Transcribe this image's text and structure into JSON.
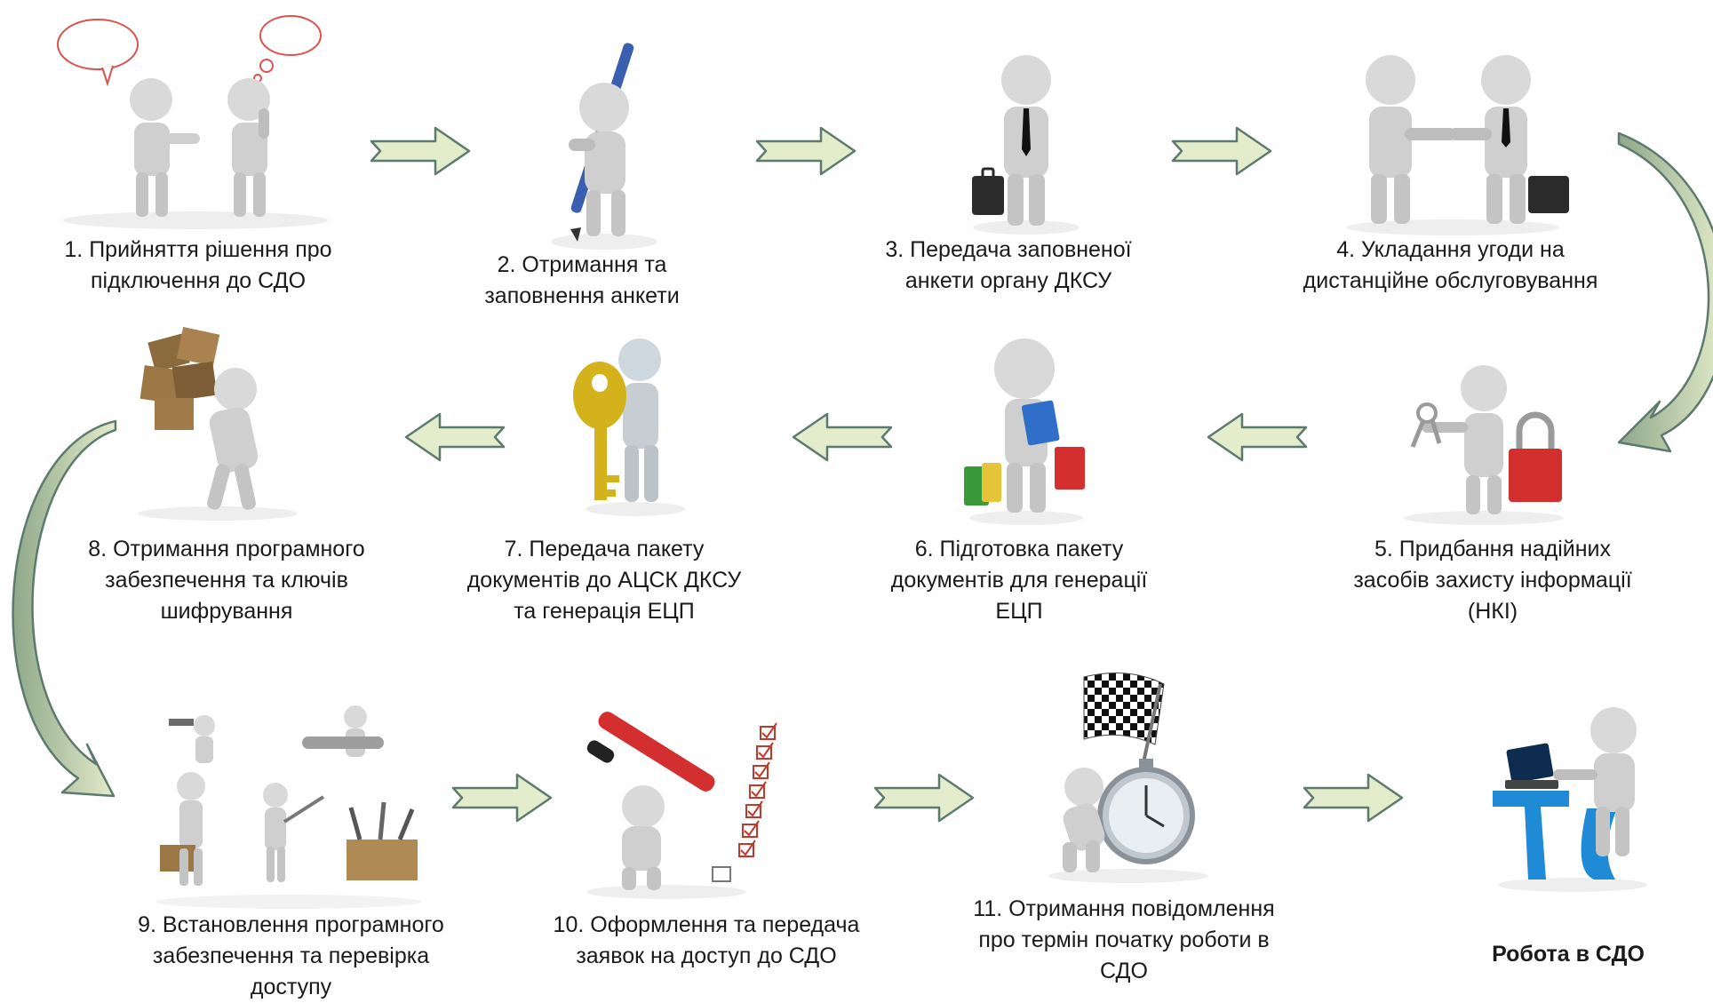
{
  "colors": {
    "arrow_fill": "#e3eccb",
    "arrow_stroke": "#5c7a6d",
    "figure": "#d9d9d9",
    "figure_shade": "#b3b3b3"
  },
  "steps": [
    {
      "id": 1,
      "text": "1. Прийняття рішення про підключення до СДО",
      "icon": "two-people-thinking-icon"
    },
    {
      "id": 2,
      "text": "2. Отримання та заповнення анкети",
      "icon": "person-with-pen-icon"
    },
    {
      "id": 3,
      "text": "3. Передача заповненої анкети органу ДКСУ",
      "icon": "businessman-briefcase-icon"
    },
    {
      "id": 4,
      "text": "4. Укладання угоди на дистанційне обслуговування",
      "icon": "handshake-icon"
    },
    {
      "id": 5,
      "text": "5. Придбання надійних засобів захисту інформації (НКІ)",
      "icon": "keys-padlock-icon"
    },
    {
      "id": 6,
      "text": "6. Підготовка пакету документів для генерації ЕЦП",
      "icon": "person-with-bags-icon"
    },
    {
      "id": 7,
      "text": "7. Передача пакету документів до АЦСК ДКСУ та генерація ЕЦП",
      "icon": "person-with-key-icon"
    },
    {
      "id": 8,
      "text": "8. Отримання програмного забезпечення та ключів шифрування",
      "icon": "person-carrying-boxes-icon"
    },
    {
      "id": 9,
      "text": "9. Встановлення програмного забезпечення та перевірка доступу",
      "icon": "people-with-tools-icon"
    },
    {
      "id": 10,
      "text": "10. Оформлення  та передача заявок на доступ до СДО",
      "icon": "person-with-checklist-icon"
    },
    {
      "id": 11,
      "text": "11. Отримання повідомлення про термін  початку роботи в СДО",
      "icon": "stopwatch-flag-icon"
    },
    {
      "id": 12,
      "text": "Робота в СДО",
      "icon": "person-at-laptop-icon"
    }
  ]
}
